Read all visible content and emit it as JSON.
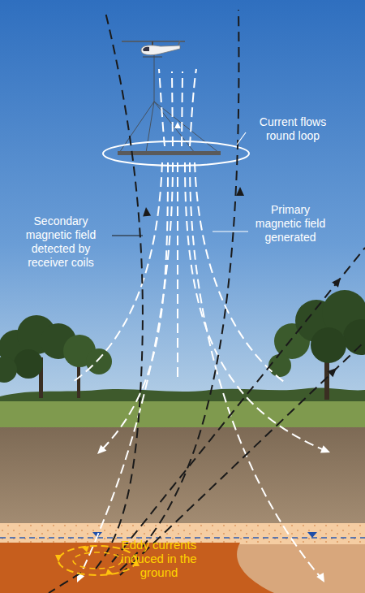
{
  "diagram": {
    "labels": [
      "Current flows round loop",
      "Primary magnetic field generated",
      "Secondary magnetic field detected by receiver coils",
      "Eddy currents induced in the ground"
    ]
  }
}
